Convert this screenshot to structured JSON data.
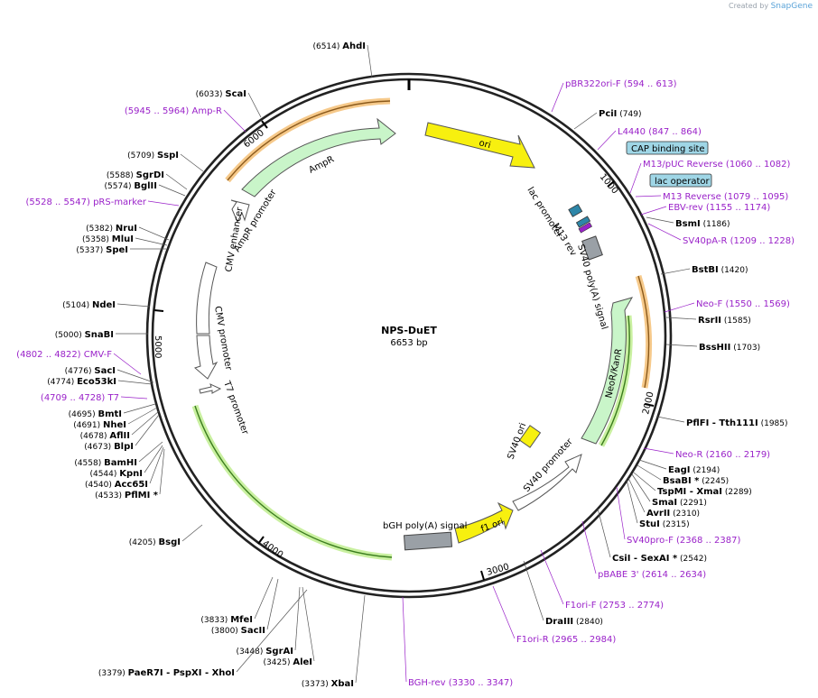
{
  "credit": {
    "created_by": "Created by",
    "brand": "SnapGene"
  },
  "plasmid": {
    "name": "NPS-DuET",
    "length": "6653 bp"
  },
  "colors": {
    "enzyme": "#000000",
    "primer": "#9a22c9",
    "backbone": "#222222",
    "ori": "#f7f00f",
    "resistance": "#c9f5c9",
    "promoter": "#ffffff",
    "polyA": "#9aa0a6",
    "misc": "#2e86a8",
    "primer_highlight": "#f0a830",
    "green_highlight": "#a6e36b"
  },
  "ticks": [
    "1000",
    "2000",
    "3000",
    "4000",
    "5000",
    "6000"
  ],
  "features": [
    {
      "label": "ori",
      "type": "origin"
    },
    {
      "label": "AmpR",
      "type": "resistance"
    },
    {
      "label": "AmpR promoter",
      "type": "promoter"
    },
    {
      "label": "CMV enhancer",
      "type": "enhancer"
    },
    {
      "label": "CMV promoter",
      "type": "promoter"
    },
    {
      "label": "T7 promoter",
      "type": "promoter"
    },
    {
      "label": "lac promoter",
      "type": "promoter"
    },
    {
      "label": "M13 rev",
      "type": "primer_bind"
    },
    {
      "label": "SV40 poly(A) signal",
      "type": "polyA"
    },
    {
      "label": "NeoR/KanR",
      "type": "resistance"
    },
    {
      "label": "SV40 promoter",
      "type": "promoter"
    },
    {
      "label": "SV40 ori",
      "type": "origin"
    },
    {
      "label": "f1 ori",
      "type": "origin"
    },
    {
      "label": "bGH poly(A) signal",
      "type": "polyA"
    }
  ],
  "boxed_labels": [
    "CAP binding site",
    "lac operator"
  ],
  "left_labels": [
    {
      "pos": "(6514)",
      "name": "AhdI"
    },
    {
      "pos": "(6033)",
      "name": "ScaI"
    },
    {
      "pos": "(5945 .. 5964)",
      "name": "Amp-R",
      "primer": true
    },
    {
      "pos": "(5709)",
      "name": "SspI"
    },
    {
      "pos": "(5588)",
      "name": "SgrDI"
    },
    {
      "pos": "(5574)",
      "name": "BglII"
    },
    {
      "pos": "(5528 .. 5547)",
      "name": "pRS-marker",
      "primer": true
    },
    {
      "pos": "(5382)",
      "name": "NruI"
    },
    {
      "pos": "(5358)",
      "name": "MluI"
    },
    {
      "pos": "(5337)",
      "name": "SpeI"
    },
    {
      "pos": "(5104)",
      "name": "NdeI"
    },
    {
      "pos": "(5000)",
      "name": "SnaBI"
    },
    {
      "pos": "(4802 .. 4822)",
      "name": "CMV-F",
      "primer": true
    },
    {
      "pos": "(4776)",
      "name": "SacI"
    },
    {
      "pos": "(4774)",
      "name": "Eco53kI"
    },
    {
      "pos": "(4709 .. 4728)",
      "name": "T7",
      "primer": true
    },
    {
      "pos": "(4695)",
      "name": "BmtI"
    },
    {
      "pos": "(4691)",
      "name": "NheI"
    },
    {
      "pos": "(4678)",
      "name": "AflII"
    },
    {
      "pos": "(4673)",
      "name": "BlpI"
    },
    {
      "pos": "(4558)",
      "name": "BamHI"
    },
    {
      "pos": "(4544)",
      "name": "KpnI"
    },
    {
      "pos": "(4540)",
      "name": "Acc65I"
    },
    {
      "pos": "(4533)",
      "name": "PflMI *"
    },
    {
      "pos": "(4205)",
      "name": "BsgI"
    },
    {
      "pos": "(3833)",
      "name": "MfeI"
    },
    {
      "pos": "(3800)",
      "name": "SacII"
    },
    {
      "pos": "(3448)",
      "name": "SgrAI"
    },
    {
      "pos": "(3425)",
      "name": "AleI"
    },
    {
      "pos": "(3379)",
      "name": "PaeR7I",
      "extra": "- PspXI",
      "extra2": "- XhoI"
    },
    {
      "pos": "(3373)",
      "name": "XbaI"
    }
  ],
  "right_labels": [
    {
      "name": "pBR322ori-F",
      "pos": "(594 .. 613)",
      "primer": true
    },
    {
      "name": "PciI",
      "pos": "(749)"
    },
    {
      "name": "L4440",
      "pos": "(847 .. 864)",
      "primer": true
    },
    {
      "name": "M13/pUC Reverse",
      "pos": "(1060 .. 1082)",
      "primer": true
    },
    {
      "name": "M13 Reverse",
      "pos": "(1079 .. 1095)",
      "primer": true
    },
    {
      "name": "EBV-rev",
      "pos": "(1155 .. 1174)",
      "primer": true
    },
    {
      "name": "BsmI",
      "pos": "(1186)"
    },
    {
      "name": "SV40pA-R",
      "pos": "(1209 .. 1228)",
      "primer": true
    },
    {
      "name": "BstBI",
      "pos": "(1420)"
    },
    {
      "name": "Neo-F",
      "pos": "(1550 .. 1569)",
      "primer": true
    },
    {
      "name": "RsrII",
      "pos": "(1585)"
    },
    {
      "name": "BssHII",
      "pos": "(1703)"
    },
    {
      "name": "PflFI",
      "extra": "- Tth111I",
      "pos": "(1985)"
    },
    {
      "name": "Neo-R",
      "pos": "(2160 .. 2179)",
      "primer": true
    },
    {
      "name": "EagI",
      "pos": "(2194)"
    },
    {
      "name": "BsaBI *",
      "pos": "(2245)"
    },
    {
      "name": "TspMI",
      "extra": "- XmaI",
      "pos": "(2289)"
    },
    {
      "name": "SmaI",
      "pos": "(2291)"
    },
    {
      "name": "AvrII",
      "pos": "(2310)"
    },
    {
      "name": "StuI",
      "pos": "(2315)"
    },
    {
      "name": "SV40pro-F",
      "pos": "(2368 .. 2387)",
      "primer": true
    },
    {
      "name": "CsiI",
      "extra": "- SexAI *",
      "pos": "(2542)"
    },
    {
      "name": "pBABE 3'",
      "pos": "(2614 .. 2634)",
      "primer": true
    },
    {
      "name": "F1ori-F",
      "pos": "(2753 .. 2774)",
      "primer": true
    },
    {
      "name": "DraIII",
      "pos": "(2840)"
    },
    {
      "name": "F1ori-R",
      "pos": "(2965 .. 2984)",
      "primer": true
    },
    {
      "name": "BGH-rev",
      "pos": "(3330 .. 3347)",
      "primer": true
    }
  ]
}
